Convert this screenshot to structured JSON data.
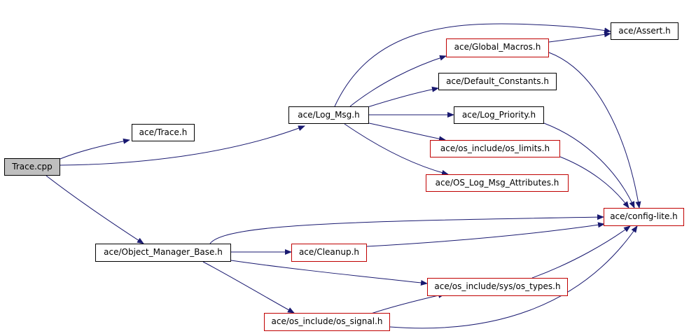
{
  "nodes": {
    "trace_cpp": {
      "label": "Trace.cpp"
    },
    "trace_h": {
      "label": "ace/Trace.h"
    },
    "log_msg": {
      "label": "ace/Log_Msg.h"
    },
    "assert": {
      "label": "ace/Assert.h"
    },
    "global_macros": {
      "label": "ace/Global_Macros.h"
    },
    "default_constants": {
      "label": "ace/Default_Constants.h"
    },
    "log_priority": {
      "label": "ace/Log_Priority.h"
    },
    "os_limits": {
      "label": "ace/os_include/os_limits.h"
    },
    "os_log_msg_attributes": {
      "label": "ace/OS_Log_Msg_Attributes.h"
    },
    "config_lite": {
      "label": "ace/config-lite.h"
    },
    "object_manager_base": {
      "label": "ace/Object_Manager_Base.h"
    },
    "cleanup": {
      "label": "ace/Cleanup.h"
    },
    "os_types": {
      "label": "ace/os_include/sys/os_types.h"
    },
    "os_signal": {
      "label": "ace/os_include/os_signal.h"
    }
  },
  "edges": [
    [
      "trace_cpp",
      "trace_h"
    ],
    [
      "trace_cpp",
      "log_msg"
    ],
    [
      "trace_cpp",
      "object_manager_base"
    ],
    [
      "log_msg",
      "assert"
    ],
    [
      "log_msg",
      "global_macros"
    ],
    [
      "log_msg",
      "default_constants"
    ],
    [
      "log_msg",
      "log_priority"
    ],
    [
      "log_msg",
      "os_limits"
    ],
    [
      "log_msg",
      "os_log_msg_attributes"
    ],
    [
      "global_macros",
      "assert"
    ],
    [
      "global_macros",
      "config_lite"
    ],
    [
      "log_priority",
      "config_lite"
    ],
    [
      "os_limits",
      "config_lite"
    ],
    [
      "object_manager_base",
      "config_lite"
    ],
    [
      "object_manager_base",
      "cleanup"
    ],
    [
      "object_manager_base",
      "os_types"
    ],
    [
      "object_manager_base",
      "os_signal"
    ],
    [
      "cleanup",
      "config_lite"
    ],
    [
      "os_types",
      "config_lite"
    ],
    [
      "os_signal",
      "os_types"
    ],
    [
      "os_signal",
      "config_lite"
    ]
  ]
}
